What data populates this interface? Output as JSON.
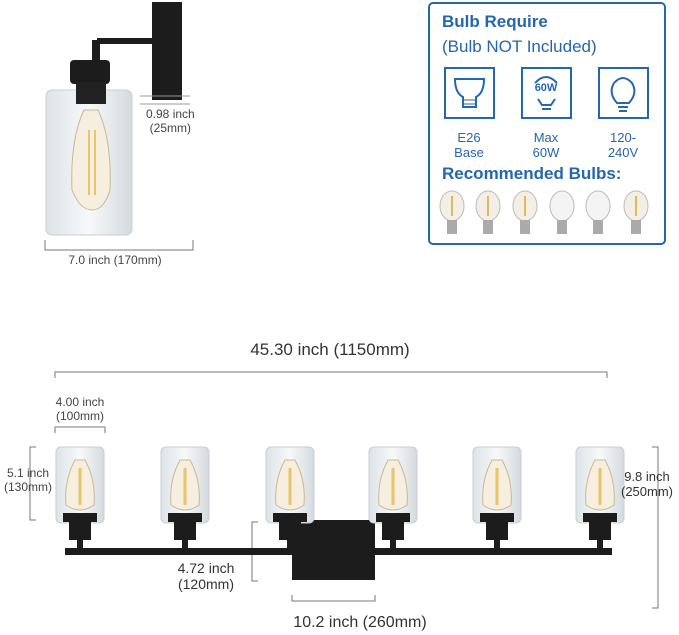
{
  "sconce": {
    "depth_label": "0.98 inch",
    "depth_mm": "(25mm)",
    "width_label": "7.0 inch  (170mm)"
  },
  "bulb_box": {
    "title": "Bulb Require",
    "subtitle": "(Bulb NOT Included)",
    "specs": [
      {
        "icon": "e26-base-icon",
        "line1": "E26",
        "line2": "Base"
      },
      {
        "icon": "60w-bulb-icon",
        "line1": "Max",
        "line2": "60W",
        "icon_text": "60W"
      },
      {
        "icon": "bulb-outline-icon",
        "line1": "120-",
        "line2": "240V"
      }
    ],
    "recommended_title": "Recommended Bulbs:",
    "accent": "#2566b0"
  },
  "fixture": {
    "total_width": "45.30 inch (1150mm)",
    "shade_width": "4.00 inch",
    "shade_width_mm": "(100mm)",
    "shade_height": "5.1 inch",
    "shade_height_mm": "(130mm)",
    "plate_height": "4.72 inch",
    "plate_height_mm": "(120mm)",
    "plate_width": "10.2 inch (260mm)",
    "total_height": "9.8 inch",
    "total_height_mm": "(250mm)"
  }
}
